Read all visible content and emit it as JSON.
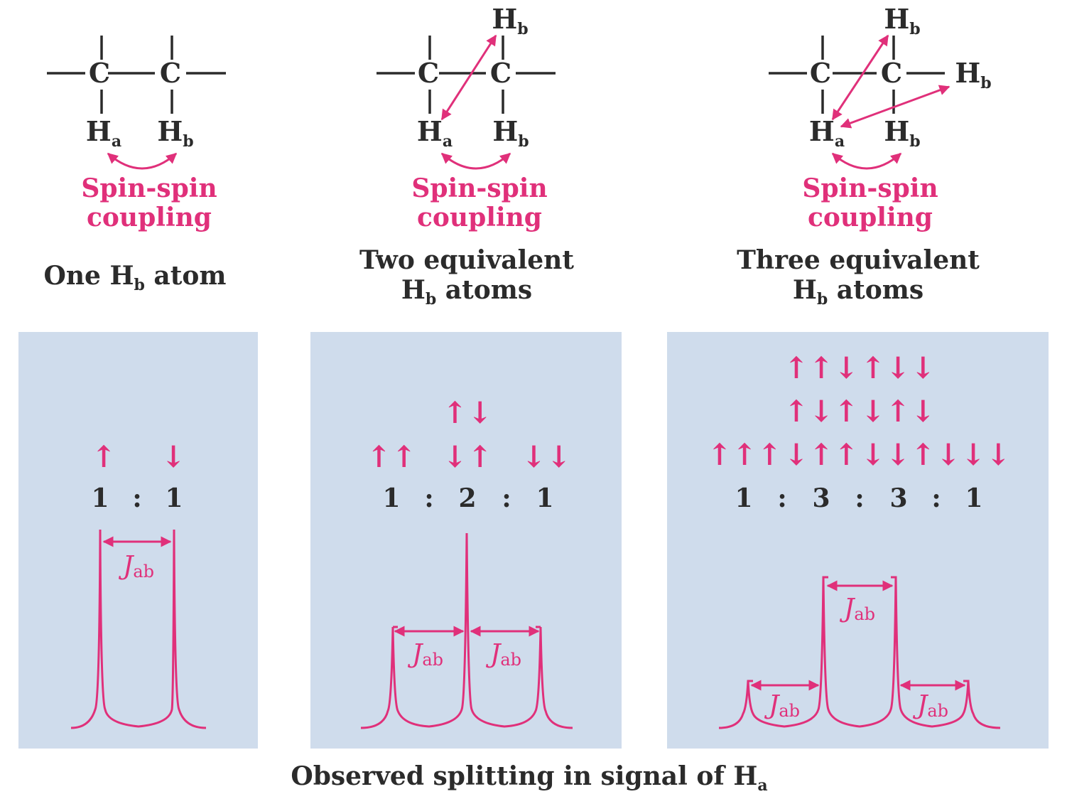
{
  "colors": {
    "panel": "#cfdcec",
    "accent": "#e0307a",
    "text": "#2b2b2b"
  },
  "structure": {
    "c": "C",
    "h": "H",
    "sub_a": "a",
    "sub_b": "b"
  },
  "coupling": {
    "line1": "Spin-spin",
    "line2": "coupling"
  },
  "labels": {
    "one": {
      "pre": "One H",
      "sub": "b",
      "post": " atom"
    },
    "two": {
      "l1": "Two equivalent",
      "l2_pre": "H",
      "l2_sub": "b",
      "l2_post": " atoms"
    },
    "three": {
      "l1": "Three equivalent",
      "l2_pre": "H",
      "l2_sub": "b",
      "l2_post": " atoms"
    }
  },
  "panels": {
    "p1": {
      "spins": [
        "↑",
        "↓"
      ],
      "ratio": [
        "1",
        ":",
        "1"
      ]
    },
    "p2": {
      "spins": [
        "↑↑",
        "↑↓",
        "↓↑",
        "↓↓"
      ],
      "ratio": [
        "1",
        ":",
        "2",
        ":",
        "1"
      ]
    },
    "p3": {
      "spins": [
        "↑↑↓",
        "↑↓↓",
        "↑↓↑",
        "↓↑↓",
        "↑↑↑",
        "↓↑↑",
        "↓↓↑",
        "↓↓↓"
      ],
      "ratio": [
        "1",
        ":",
        "3",
        ":",
        "3",
        ":",
        "1"
      ]
    }
  },
  "j": {
    "letter": "J",
    "sub": "ab"
  },
  "footer": {
    "pre": "Observed splitting in signal of H",
    "sub": "a"
  }
}
